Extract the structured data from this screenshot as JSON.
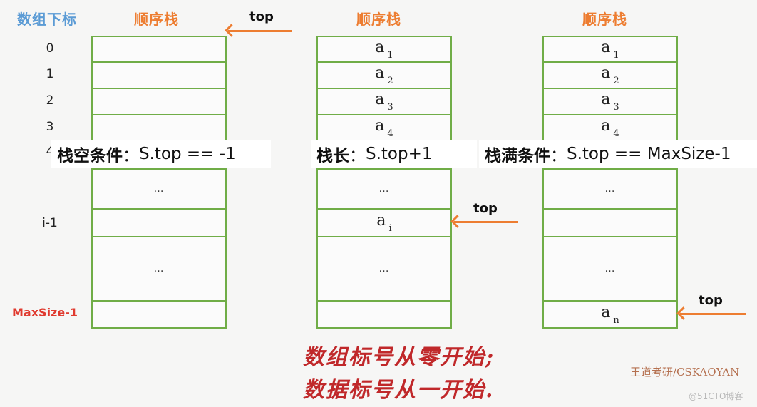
{
  "headers": {
    "index_column": "数组下标",
    "stack_titles": [
      "顺序栈",
      "顺序栈",
      "顺序栈"
    ]
  },
  "indices": [
    "0",
    "1",
    "2",
    "3",
    "4",
    "i-1",
    "MaxSize-1"
  ],
  "stacks": [
    {
      "name": "empty-stack",
      "cells": [
        "",
        "",
        "",
        "",
        "…",
        "",
        "…",
        ""
      ],
      "top_label": "top",
      "condition_label": "栈空条件",
      "condition_sep": "：",
      "condition_expr": "S.top == -1"
    },
    {
      "name": "partial-stack",
      "cells": [
        {
          "base": "a",
          "sub": "1"
        },
        {
          "base": "a",
          "sub": "2"
        },
        {
          "base": "a",
          "sub": "3"
        },
        {
          "base": "a",
          "sub": "4"
        },
        "…",
        {
          "base": "a",
          "sub": "i"
        },
        "…",
        ""
      ],
      "top_label": "top",
      "condition_label": "栈长",
      "condition_sep": "：",
      "condition_expr": "S.top+1"
    },
    {
      "name": "full-stack",
      "cells": [
        {
          "base": "a",
          "sub": "1"
        },
        {
          "base": "a",
          "sub": "2"
        },
        {
          "base": "a",
          "sub": "3"
        },
        {
          "base": "a",
          "sub": "4"
        },
        "…",
        "",
        "…",
        {
          "base": "a",
          "sub": "n"
        }
      ],
      "top_label": "top",
      "condition_label": "栈满条件",
      "condition_sep": "：",
      "condition_expr": "S.top == MaxSize-1"
    }
  ],
  "handwritten_note": {
    "line1": "数组标号从零开始;",
    "line2": "数据标号从一开始."
  },
  "watermarks": {
    "publisher": "王道考研/CSKAOYAN",
    "blog": "@51CTO博客"
  },
  "colors": {
    "box_border": "#70ad47",
    "arrow": "#ed7d31",
    "header_blue": "#5b9bd5",
    "header_orange": "#ed7d31",
    "maxsize_red": "#e03a2f",
    "handwriting_red": "#c0282a"
  }
}
